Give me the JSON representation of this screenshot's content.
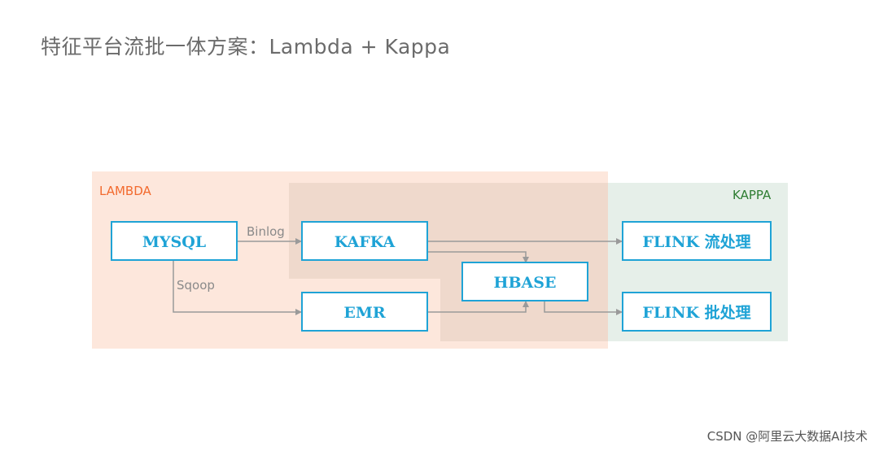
{
  "title": "特征平台流批一体方案：Lambda + Kappa",
  "watermark": "CSDN @阿里云大数据AI技术",
  "regions": {
    "lambda": {
      "label": "LAMBDA",
      "color": "#f26a2e",
      "fill": "#fde7dc"
    },
    "kappa": {
      "label": "KAPPA",
      "color": "#2e7d32",
      "fill": "#e6efe9"
    },
    "overlap": {
      "fill": "#efd9cc"
    }
  },
  "nodes": {
    "mysql": "MYSQL",
    "kafka": "KAFKA",
    "emr": "EMR",
    "hbase": "HBASE",
    "flink_stream": "FLINK 流处理",
    "flink_batch": "FLINK 批处理"
  },
  "edges": {
    "binlog": "Binlog",
    "sqoop": "Sqoop"
  },
  "colors": {
    "box_border": "#1fa3d6",
    "box_text": "#1fa3d6",
    "arrow": "#9a9a9a"
  }
}
